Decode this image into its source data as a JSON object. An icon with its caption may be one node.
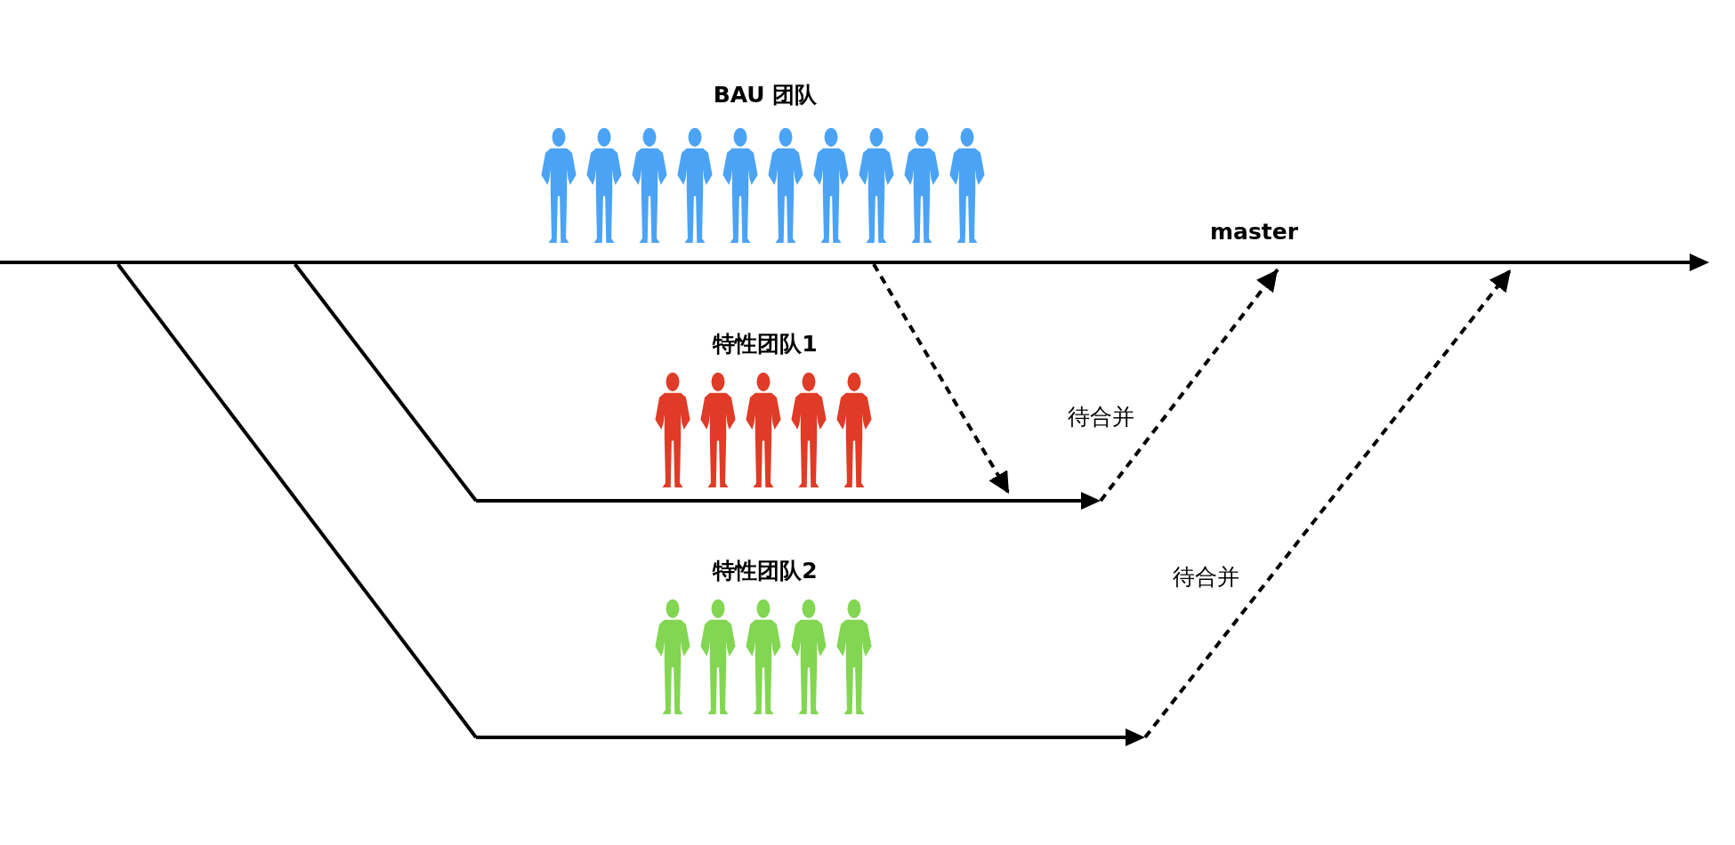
{
  "diagram": {
    "nodes": [
      {
        "text": [
          "BAU 团队"
        ]
      },
      {
        "text": [],
        "shape": "bar",
        "beside": [
          "master"
        ]
      },
      {
        "text": [
          "特性团队1"
        ]
      },
      {
        "text": [],
        "shape": "bar"
      },
      {
        "text": [
          "特性团队2"
        ]
      },
      {
        "text": [],
        "shape": "bar"
      }
    ],
    "edges": [
      {
        "from": 1,
        "to": 3,
        "arrow": "none"
      },
      {
        "from": 1,
        "to": 5,
        "arrow": "none"
      },
      {
        "from": 1,
        "to": 3,
        "arrow": "to",
        "style": "dashed"
      },
      {
        "from": 3,
        "to": 1,
        "arrow": "to",
        "style": "dashed",
        "label": "待合并"
      },
      {
        "from": 5,
        "to": 1,
        "arrow": "to",
        "style": "dashed",
        "label": "待合并"
      }
    ]
  }
}
